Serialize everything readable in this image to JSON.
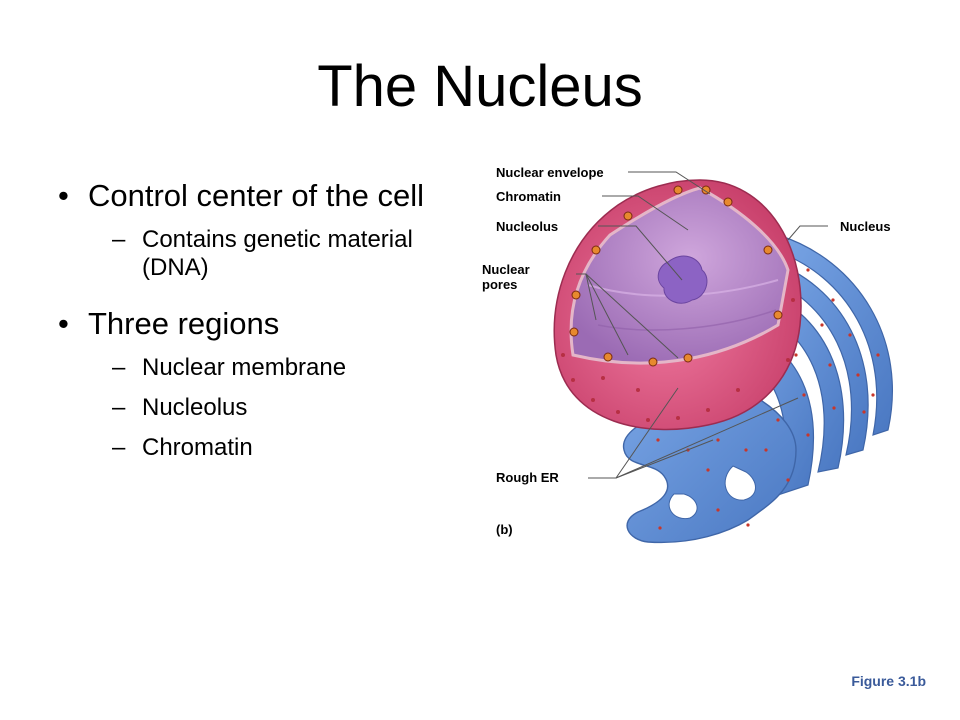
{
  "slide": {
    "title": "The Nucleus",
    "bullets": [
      {
        "text": "Control center of the cell",
        "sub": [
          {
            "dash": "–",
            "text": "Contains genetic material (DNA)"
          }
        ]
      },
      {
        "text": "Three regions",
        "sub": [
          {
            "dash": "–",
            "text": "Nuclear membrane"
          },
          {
            "dash": "–",
            "text": "Nucleolus"
          },
          {
            "dash": "–",
            "text": "Chromatin"
          }
        ]
      }
    ],
    "figure": {
      "labels": {
        "envelope": "Nuclear envelope",
        "chromatin": "Chromatin",
        "nucleolus": "Nucleolus",
        "pores": "Nuclear pores",
        "nucleus": "Nucleus",
        "rough_er": "Rough ER",
        "panel": "(b)"
      }
    },
    "caption": "Figure 3.1b"
  },
  "colors": {
    "envelope": "#d8507a",
    "interior": "#b889c9",
    "er": "#5f8fd4",
    "caption": "#3a5a9a"
  }
}
